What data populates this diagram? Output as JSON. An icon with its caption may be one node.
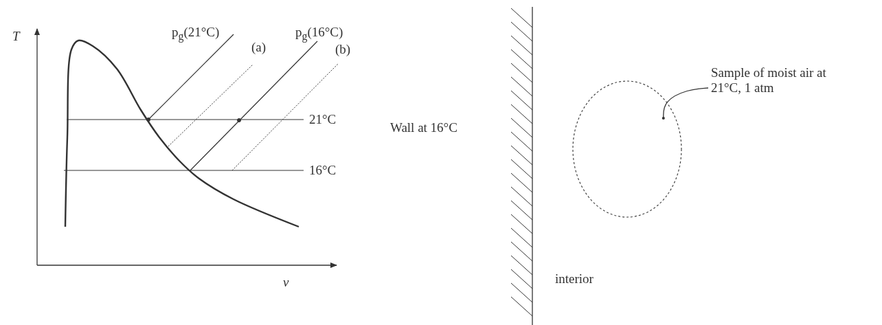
{
  "diagram": {
    "nodes": [
      {
        "text": [
          "Sample of moist air at 21°C, 1 atm"
        ]
      },
      {
        "text": [],
        "shape": "circle"
      }
    ],
    "edges": [
      {
        "from": 0,
        "to": 1,
        "arrow": "other"
      }
    ],
    "labels": [
      "T",
      "p$_{g}$(21°C)",
      "p$_{g}$(16°C)",
      "(a)",
      "(b)",
      "21°C",
      "16°C",
      "v",
      "Wall at 16°C",
      "interior"
    ]
  }
}
